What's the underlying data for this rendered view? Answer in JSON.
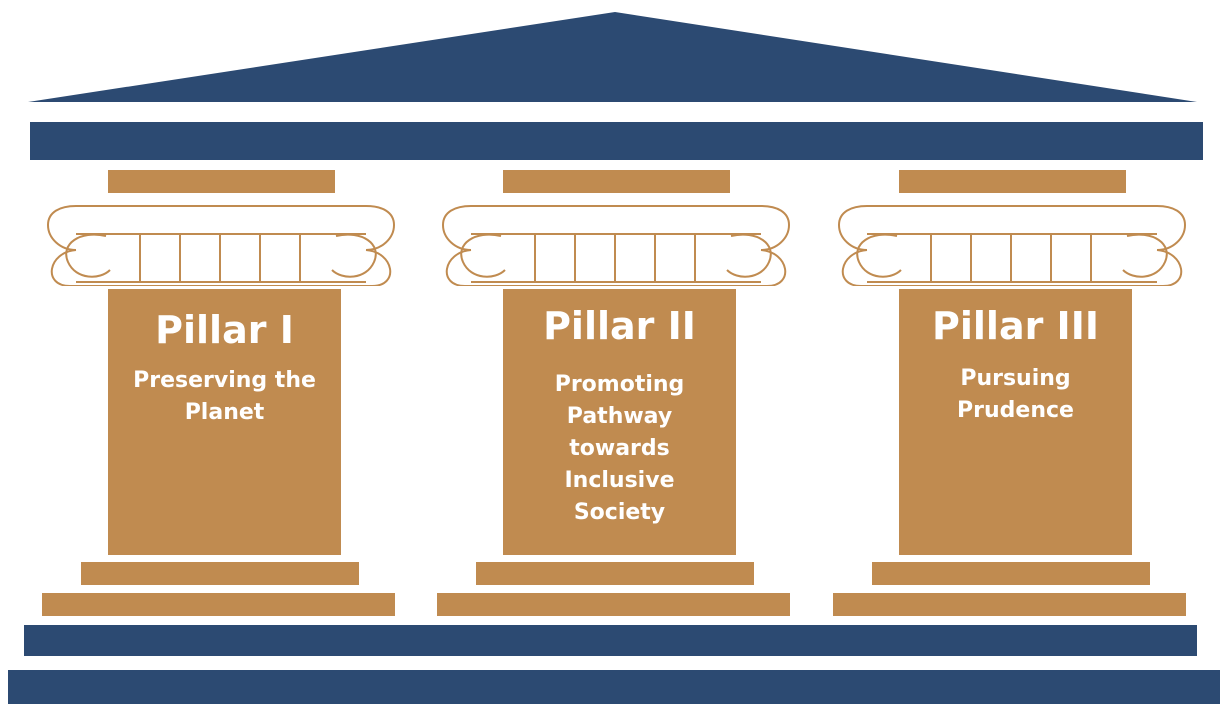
{
  "colors": {
    "navy": "#2c4a72",
    "gold": "#c08b50",
    "background": "#ffffff"
  },
  "pillars": [
    {
      "title": "Pillar I",
      "subtitle": "Preserving the Planet"
    },
    {
      "title": "Pillar II",
      "subtitle": "Promoting Pathway towards Inclusive Society"
    },
    {
      "title": "Pillar III",
      "subtitle": "Pursuing Prudence"
    }
  ]
}
